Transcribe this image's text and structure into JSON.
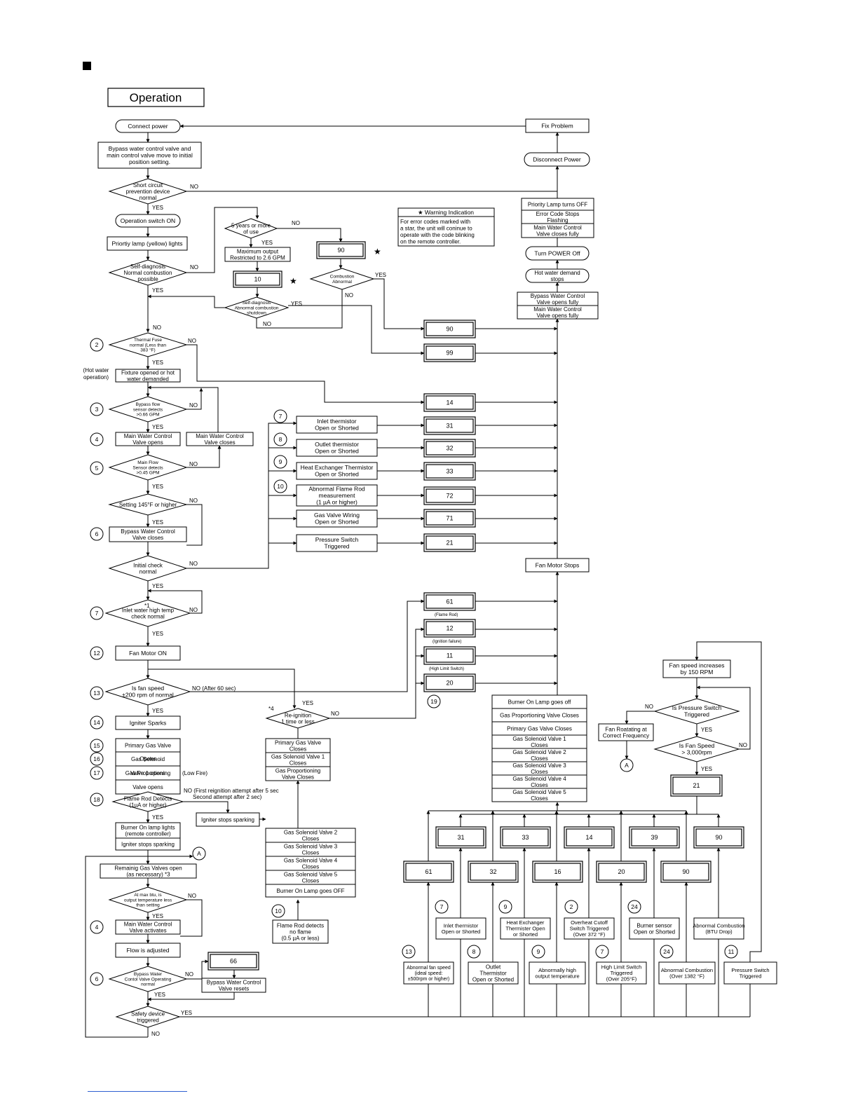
{
  "title": "Operation",
  "warning": {
    "heading": "★ Warning Indication",
    "lines": [
      "For error codes marked with",
      "a star, the unit will coninue to",
      "operate with the code blinking",
      "on the remote controller."
    ]
  },
  "labels": {
    "yes": "YES",
    "no": "NO",
    "no_after_60": "NO  (After 60 sec)",
    "no_reignition_1": "NO (First reignition attempt after 5 sec",
    "no_reignition_2": "Second attempt after 2 sec)",
    "hot_water_op_1": "(Hot water",
    "hot_water_op_2": "operation)",
    "low_fire": "(Low Fire)",
    "star1": "*1",
    "star4": "*4",
    "connector_a": "A",
    "flame_rod": "(Flame Rod)",
    "ignition_failure": "(Ignition failure)",
    "high_limit_switch": "(High Limit Switch)"
  },
  "nodes": {
    "connect_power": "Connect power",
    "bypass_init": [
      "Bypass water control valve and",
      "main control valve move to initial",
      "position setting."
    ],
    "short_circuit": [
      "Short circuit",
      "prevention device",
      "normal"
    ],
    "operation_switch": "Operation switch ON",
    "priority_lamp": "Priortiy lamp (yellow) lights",
    "self_diag": [
      "Self-diagnosis",
      "Normal combustion",
      "possible"
    ],
    "five_years": [
      "5 years or more",
      "of use"
    ],
    "max_output": [
      "Maximum output",
      "Restricted to 2.6 GPM"
    ],
    "self_diag_abn": [
      "Self-diagnosis",
      "Abnormal combustion",
      "shutdown"
    ],
    "combustion_abn": [
      "Combustion",
      "Abnormal"
    ],
    "thermal_fuse": [
      "Thermal Fuse",
      "normal (Less than",
      "383 °F)"
    ],
    "fixture_opened": [
      "Fixture opened or hot",
      "water demanded"
    ],
    "bypass_flow": [
      "Bypass flow",
      "sensor detects",
      ">0.66 GPM"
    ],
    "main_wcv_opens": [
      "Main Water Control",
      "Valve opens"
    ],
    "main_wcv_closes": [
      "Main Water Control",
      "Valve closes"
    ],
    "main_flow": [
      "Main Flow",
      "Sensor detects",
      ">0.45 GPM"
    ],
    "setting_145": "Setting 145°F or higher",
    "bypass_wcv_closes": [
      "Bypass Water Control",
      "Valve closes"
    ],
    "initial_check": [
      "Initial check",
      "normal"
    ],
    "inlet_high_temp": [
      "Inlet water high temp",
      "check normal"
    ],
    "fan_motor_on": "Fan Motor ON",
    "fan_speed_check": [
      "Is fan speed",
      "±200 rpm of normal"
    ],
    "igniter_sparks": "Igniter Sparks",
    "primary_gas_opens": [
      "Primary Gas Valve",
      "Opens"
    ],
    "gas_sol1_opens": [
      "Gas Solenoid",
      "Valve 1 opens"
    ],
    "gas_prop_opens": [
      "Gas Proportioning",
      "Valve opens"
    ],
    "flame_rod_detects": [
      "Flame Rod Detects",
      "(1µA or higher)"
    ],
    "igniter_stops_1": "Igniter stops sparking",
    "burner_on_lights": [
      "Burner On lamp lights",
      "(remote controller)"
    ],
    "igniter_stops_2": "Igniter stops sparking",
    "remaining_valves": [
      "Remainig Gas Valves open",
      "(as necessary) *3"
    ],
    "max_btu": [
      "At max btu, is",
      "output temperature less",
      "than setting"
    ],
    "main_wcv_activates": [
      "Main Water Control",
      "Valve activates"
    ],
    "flow_adjusted": "Flow is adjusted",
    "bypass_valve_normal": [
      "Bypass Water",
      "Contol Valve Operating",
      "normal"
    ],
    "bypass_valve_resets": [
      "Bypass Water Control",
      "Valve resets"
    ],
    "safety_device": [
      "Safety device",
      "triggered"
    ],
    "reignition": [
      "Re-ignition",
      "1 time or less"
    ],
    "close_group_1": [
      [
        "Primary Gas Valve",
        "Closes"
      ],
      [
        "Gas Solenoid Valve 1",
        "Closes"
      ],
      [
        "Gas Proportioning",
        "Valve Closes"
      ]
    ],
    "close_group_2": [
      [
        "Gas Solenoid Valve 2",
        "Closes"
      ],
      [
        "Gas Solenoid Valve 3",
        "Closes"
      ],
      [
        "Gas Solenoid Valve 4",
        "Closes"
      ],
      [
        "Gas Solenoid Valve 5",
        "Closes"
      ],
      [
        "Burner On Lamp goes OFF"
      ]
    ],
    "flame_rod_no_flame": [
      "Flame Rod detects",
      "no flame",
      "(0.5 µA or less)"
    ],
    "inlet_therm_err": [
      "Inlet thermistor",
      "Open or Shorted"
    ],
    "outlet_therm_err": [
      "Outlet thermistor",
      "Open or Shorted"
    ],
    "hx_therm_err": [
      "Heat Exchanger Thermistor",
      "Open or Shorted"
    ],
    "abn_flame_rod": [
      "Abnormal Flame Rod",
      "measurement",
      "(1 µA or higher)"
    ],
    "gas_valve_wiring": [
      "Gas Valve Wiring",
      "Open or Shorted"
    ],
    "pressure_sw_trig": [
      "Pressure Switch",
      "Triggered"
    ],
    "fix_problem": "Fix Problem",
    "disconnect_power": "Disconnect Power",
    "status_group": [
      [
        "Priority Lamp turns OFF"
      ],
      [
        "Error Code Stops",
        "Flashing"
      ],
      [
        "Main Water Control",
        "Valve closes fully"
      ]
    ],
    "turn_power_off": "Turn POWER Off",
    "hot_water_stops": [
      "Hot water demand",
      "stops"
    ],
    "valves_open_fully": [
      [
        "Bypass Water Control",
        "Valve opens fully"
      ],
      [
        "Main Water Control",
        "Valve opens fully"
      ]
    ],
    "fan_motor_stops": "Fan Motor Stops",
    "burner_off_group": [
      [
        "Burner On Lamp goes off"
      ],
      [
        "Gas Proportioning Valve Closes"
      ],
      [
        "Primary Gas Valve Closes"
      ],
      [
        "Gas Solenoid Valve 1",
        "Closes"
      ],
      [
        "Gas Solenoid Valve 2",
        "Closes"
      ],
      [
        "Gas Solenoid Valve 3",
        "Closes"
      ],
      [
        "Gas Solenoid Valve 4",
        "Closes"
      ],
      [
        "Gas Solenoid Valve 5",
        "Closes"
      ]
    ],
    "fan_speed_inc": [
      "Fan speed increases",
      "by 150 RPM"
    ],
    "is_pressure_sw": [
      "Is Pressure Switch",
      "Triggered"
    ],
    "fan_rotating": [
      "Fan Roatating at",
      "Correct Frequency"
    ],
    "is_fan_3000": [
      "Is Fan Speed",
      "> 3,000rpm"
    ],
    "b_inlet": [
      "Inlet thermistor",
      "Open or Shorted"
    ],
    "b_hx": [
      "Heat Exchanger",
      "Thermister Open",
      "or Shorted"
    ],
    "b_overheat": [
      "Overheat Cutoff",
      "Switch Triggered",
      "(Over 372 °F)"
    ],
    "b_burner_sensor": [
      "Burner sensor",
      "Open or Shorted"
    ],
    "b_abn_btu": [
      "Abnormal Combustion",
      "(BTU Drop)"
    ],
    "b_fan_speed": [
      "Abnormal fan speed",
      "(ideal speed:",
      "±500rpm or higher)"
    ],
    "b_outlet": [
      "Outlet",
      "Thermistor",
      "Open or Shorted"
    ],
    "b_high_output": [
      "Abnormally high",
      "output temperature"
    ],
    "b_high_limit": [
      "High Limit Switch",
      "Triggered",
      "(Over 205°F)"
    ],
    "b_abn_1382": [
      "Abnormal Combustion",
      "(Over 1382 °F)"
    ],
    "b_pressure": [
      "Pressure Switch",
      "Triggered"
    ]
  },
  "codes": {
    "c90_top": "90",
    "c10": "10",
    "c90": "90",
    "c99": "99",
    "c14": "14",
    "c31": "31",
    "c32": "32",
    "c33": "33",
    "c72": "72",
    "c71": "71",
    "c21": "21",
    "c61": "61",
    "c12": "12",
    "c11": "11",
    "c20": "20",
    "c66": "66",
    "c21b": "21",
    "b31": "31",
    "b33": "33",
    "b14": "14",
    "b39": "39",
    "b90": "90",
    "b61": "61",
    "b32": "32",
    "b16": "16",
    "b20": "20",
    "b90b": "90"
  },
  "step_numbers": {
    "s2": "2",
    "s3": "3",
    "s4": "4",
    "s5": "5",
    "s6": "6",
    "s7": "7",
    "s12": "12",
    "s13": "13",
    "s14": "14",
    "s15": "15",
    "s16": "16",
    "s17": "17",
    "s18": "18",
    "s4b": "4",
    "s6b": "6",
    "e7": "7",
    "e8": "8",
    "e9": "9",
    "e10": "10",
    "e19": "19",
    "e10b": "10",
    "b7": "7",
    "b9": "9",
    "b2": "2",
    "b24": "24",
    "b13": "13",
    "b8": "8",
    "b9b": "9",
    "b7b": "7",
    "b24b": "24",
    "b11": "11"
  }
}
